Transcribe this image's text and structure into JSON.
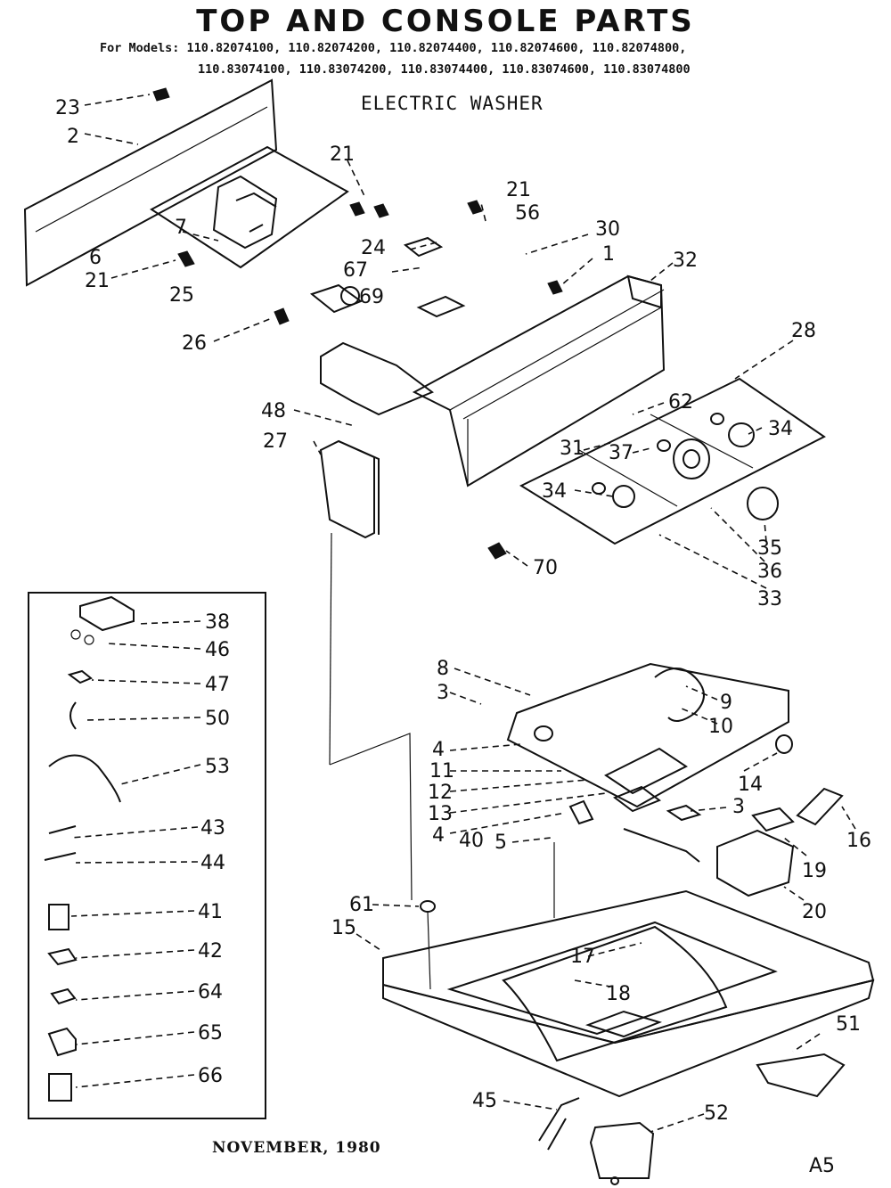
{
  "header": {
    "title": "TOP AND CONSOLE PARTS",
    "models_line1": "For Models: 110.82074100, 110.82074200, 110.82074400, 110.82074600, 110.82074800,",
    "models_line2": "110.83074100, 110.83074200, 110.83074400, 110.83074600, 110.83074800",
    "subtitle": "ELECTRIC WASHER"
  },
  "footer": {
    "date": "NOVEMBER, 1980",
    "page_code": "A5"
  },
  "callouts": [
    "23",
    "2",
    "21",
    "21",
    "56",
    "30",
    "1",
    "32",
    "7",
    "24",
    "6",
    "67",
    "21",
    "25",
    "69",
    "26",
    "28",
    "48",
    "62",
    "34",
    "27",
    "31",
    "37",
    "34",
    "35",
    "70",
    "36",
    "33",
    "38",
    "46",
    "47",
    "50",
    "53",
    "43",
    "44",
    "41",
    "42",
    "64",
    "65",
    "66",
    "8",
    "3",
    "9",
    "10",
    "4",
    "11",
    "12",
    "14",
    "3",
    "13",
    "16",
    "4",
    "40",
    "5",
    "19",
    "20",
    "61",
    "15",
    "17",
    "18",
    "51",
    "45",
    "52",
    "21"
  ]
}
